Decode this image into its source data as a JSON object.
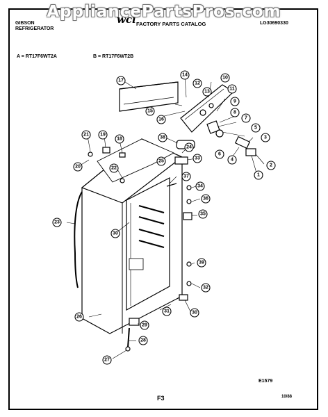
{
  "watermark": "AppliancePartsPros.com",
  "header": {
    "brand_line1": "GIBSON",
    "brand_line2": "REFRIGERATOR",
    "logo_text": "wci",
    "catalog_title": "FACTORY PARTS CATALOG",
    "doc_number": "LG30690330"
  },
  "models": {
    "a": "A = RT17F6WT2A",
    "b": "B = RT17F6WT2B"
  },
  "figure_code": "E1579",
  "page_label": "F3",
  "date_code": "10/88",
  "callouts": [
    {
      "id": "c1",
      "label": "1"
    },
    {
      "id": "c2",
      "label": "2"
    },
    {
      "id": "c3",
      "label": "3"
    },
    {
      "id": "c4",
      "label": "4"
    },
    {
      "id": "c5",
      "label": "5"
    },
    {
      "id": "c6",
      "label": "6"
    },
    {
      "id": "c7",
      "label": "7"
    },
    {
      "id": "c8",
      "label": "8"
    },
    {
      "id": "c9",
      "label": "9"
    },
    {
      "id": "c10",
      "label": "10"
    },
    {
      "id": "c11",
      "label": "11"
    },
    {
      "id": "c12",
      "label": "12"
    },
    {
      "id": "c13",
      "label": "13"
    },
    {
      "id": "c14",
      "label": "14"
    },
    {
      "id": "c15",
      "label": "15"
    },
    {
      "id": "c16",
      "label": "16"
    },
    {
      "id": "c17",
      "label": "17"
    },
    {
      "id": "c18",
      "label": "18"
    },
    {
      "id": "c19",
      "label": "19"
    },
    {
      "id": "c20",
      "label": "20"
    },
    {
      "id": "c21",
      "label": "21"
    },
    {
      "id": "c22",
      "label": "22"
    },
    {
      "id": "c23",
      "label": "23"
    },
    {
      "id": "c24",
      "label": "24"
    },
    {
      "id": "c25",
      "label": "25"
    },
    {
      "id": "c26",
      "label": "26"
    },
    {
      "id": "c27",
      "label": "27"
    },
    {
      "id": "c28",
      "label": "28"
    },
    {
      "id": "c29",
      "label": "29"
    },
    {
      "id": "c30",
      "label": "30"
    },
    {
      "id": "c31",
      "label": "31"
    },
    {
      "id": "c32",
      "label": "32"
    },
    {
      "id": "c33",
      "label": "33"
    },
    {
      "id": "c34",
      "label": "34"
    },
    {
      "id": "c35",
      "label": "35"
    },
    {
      "id": "c36",
      "label": "36"
    },
    {
      "id": "c37",
      "label": "37"
    },
    {
      "id": "c38",
      "label": "38"
    },
    {
      "id": "c39",
      "label": "39"
    }
  ]
}
